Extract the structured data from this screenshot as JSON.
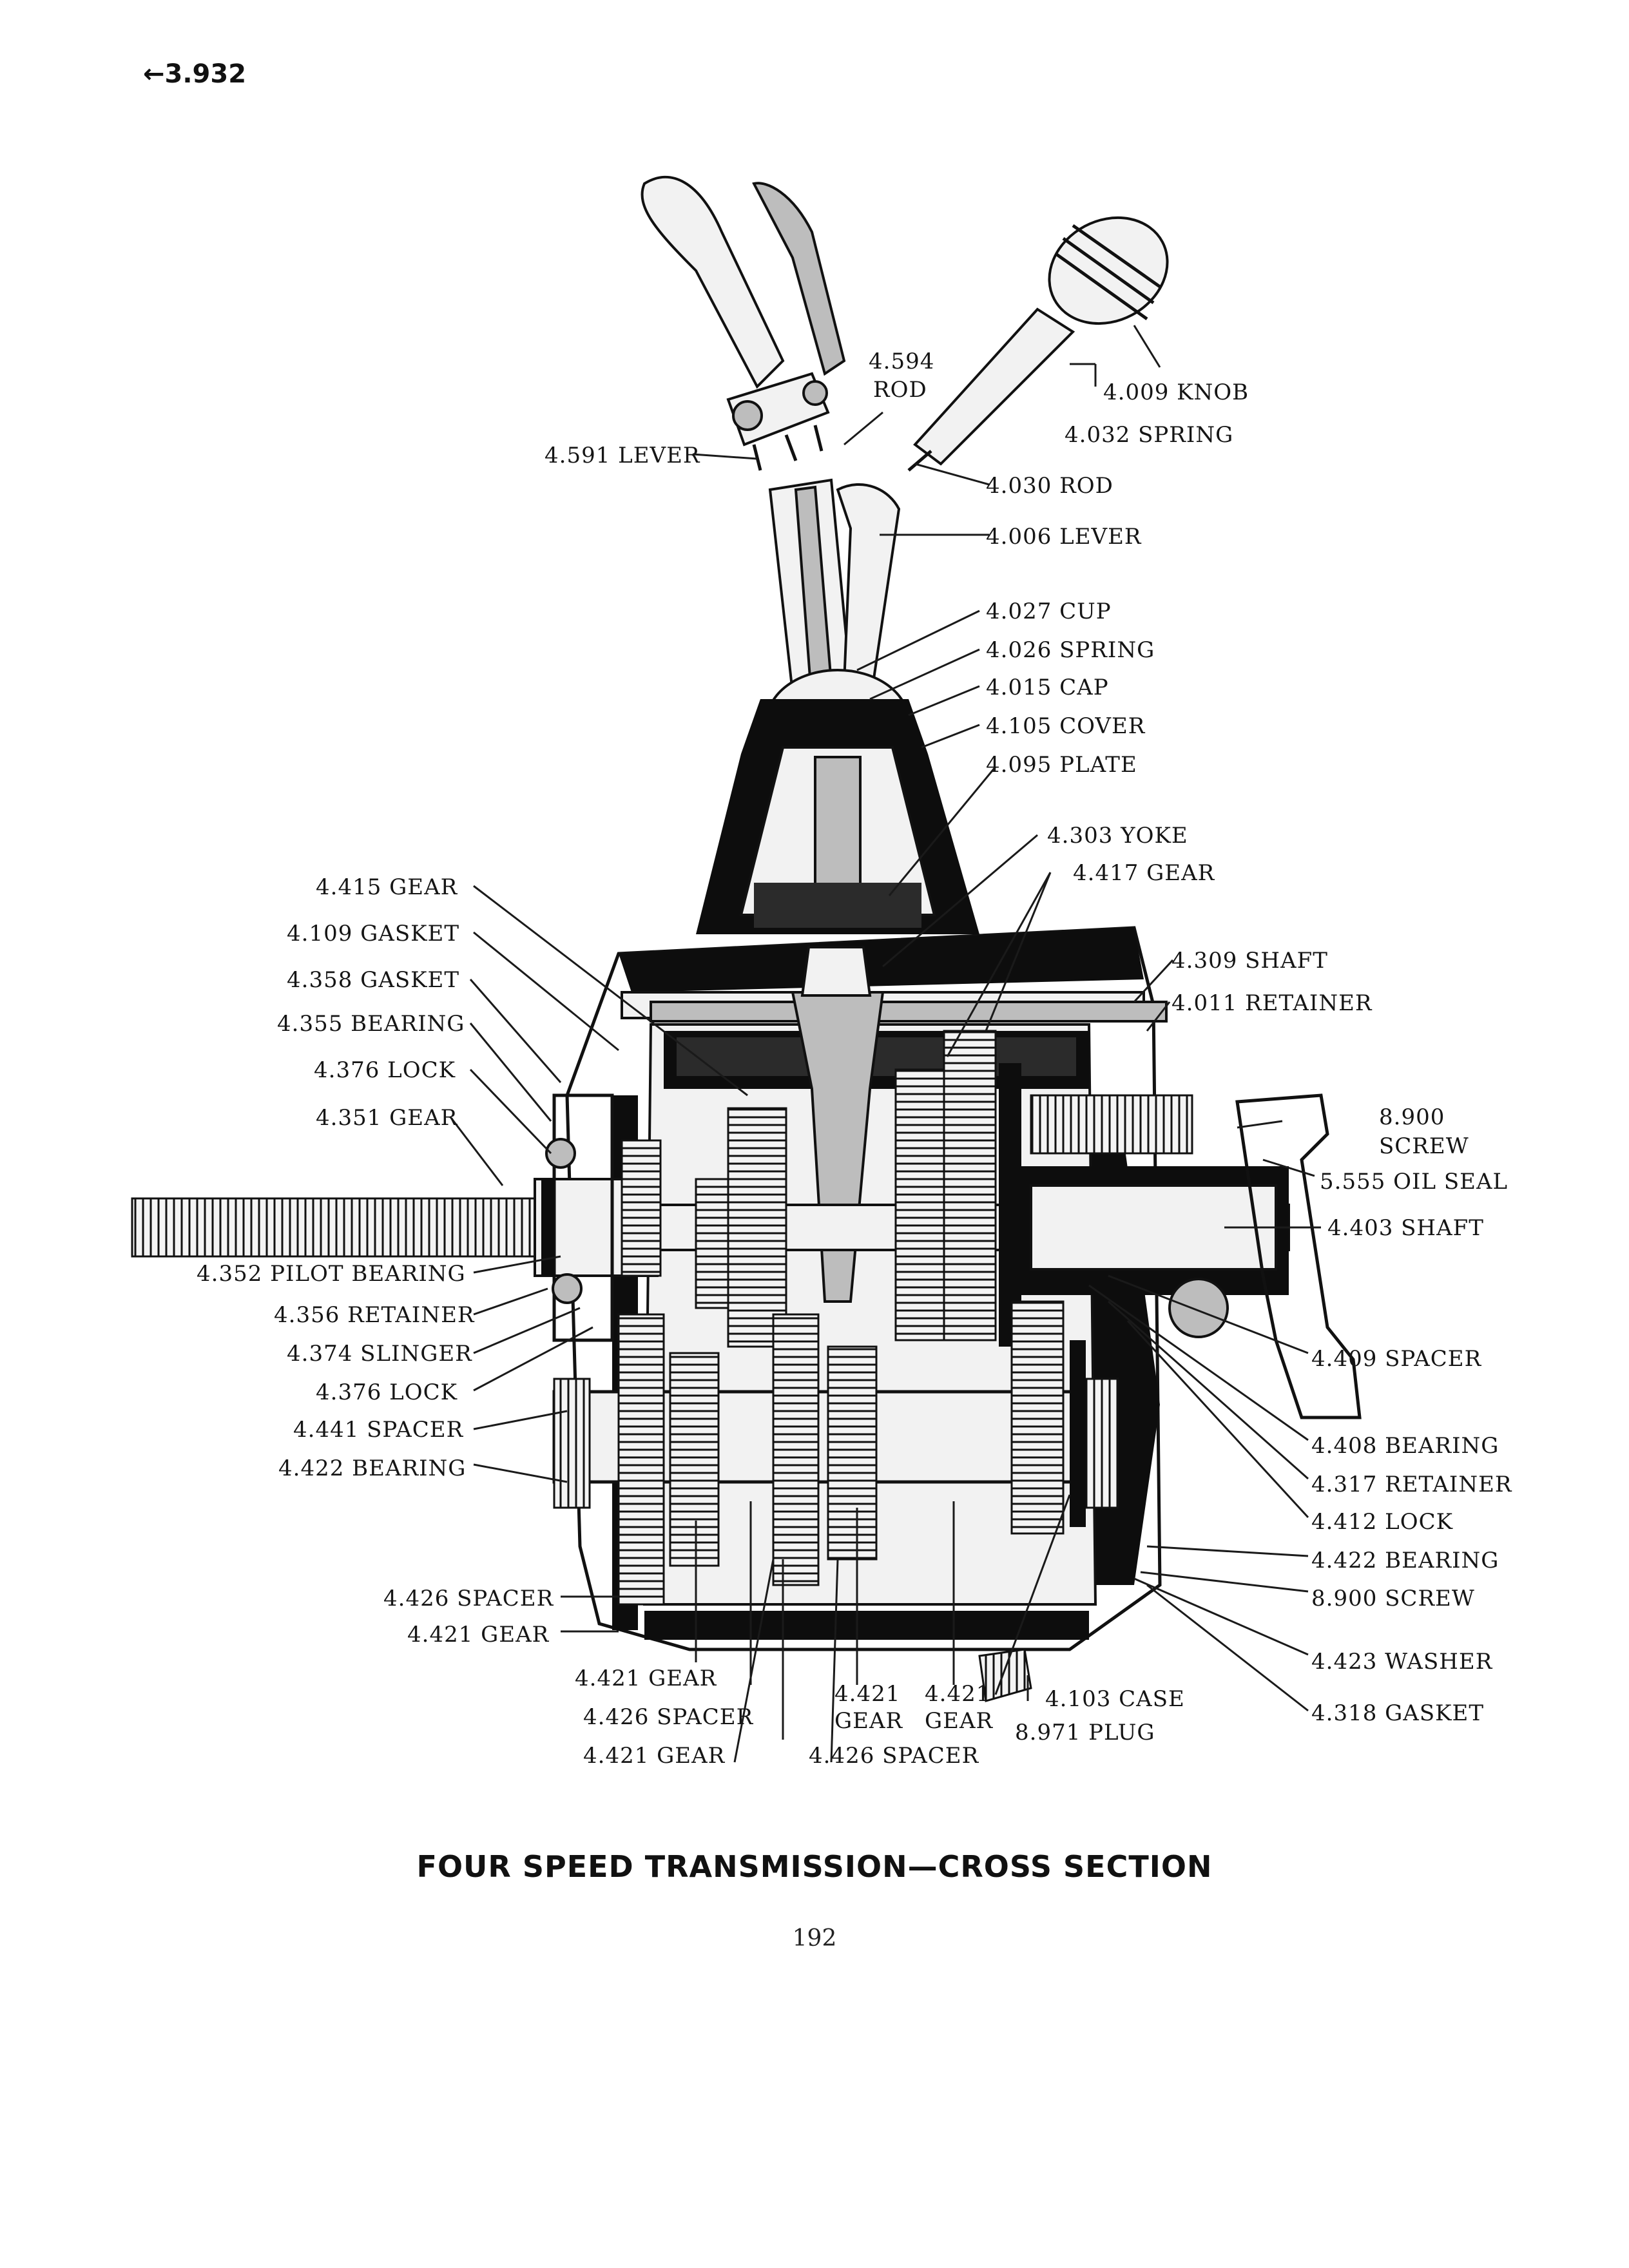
{
  "page_ref": "←3.932",
  "caption": "FOUR SPEED TRANSMISSION—CROSS SECTION",
  "page_number": "192",
  "labels": {
    "l4594a": "4.594",
    "l4594b": "ROD",
    "l4009": "4.009 KNOB",
    "l4032": "4.032 SPRING",
    "l4591": "4.591 LEVER",
    "l4030": "4.030 ROD",
    "l4006": "4.006 LEVER",
    "l4027": "4.027 CUP",
    "l4026": "4.026 SPRING",
    "l4015": "4.015 CAP",
    "l4105": "4.105 COVER",
    "l4095": "4.095 PLATE",
    "l4303": "4.303 YOKE",
    "l4417": "4.417 GEAR",
    "l4415": "4.415 GEAR",
    "l4109": "4.109 GASKET",
    "l4309": "4.309 SHAFT",
    "l4358": "4.358 GASKET",
    "l4011": "4.011 RETAINER",
    "l4355": "4.355 BEARING",
    "l4376a": "4.376 LOCK",
    "l8900a1": "8.900",
    "l8900a2": "SCREW",
    "l4351": "4.351 GEAR",
    "l5555": "5.555 OIL SEAL",
    "l4403": "4.403 SHAFT",
    "l4352": "4.352 PILOT BEARING",
    "l4356": "4.356 RETAINER",
    "l4409": "4.409 SPACER",
    "l4374": "4.374 SLINGER",
    "l4376b": "4.376 LOCK",
    "l4441": "4.441 SPACER",
    "l4408": "4.408 BEARING",
    "l4422a": "4.422 BEARING",
    "l4317": "4.317 RETAINER",
    "l4412": "4.412 LOCK",
    "l4422b": "4.422 BEARING",
    "l8900b": "8.900 SCREW",
    "l4426a": "4.426 SPACER",
    "l4421a": "4.421 GEAR",
    "l4423": "4.423 WASHER",
    "l4421b": "4.421 GEAR",
    "l4421c1": "4.421",
    "l4421c2": "GEAR",
    "l4421d1": "4.421",
    "l4421d2": "GEAR",
    "l4103": "4.103 CASE",
    "l4318": "4.318 GASKET",
    "l4426b": "4.426 SPACER",
    "l8971": "8.971 PLUG",
    "l4421e": "4.421 GEAR",
    "l4426c": "4.426 SPACER"
  }
}
